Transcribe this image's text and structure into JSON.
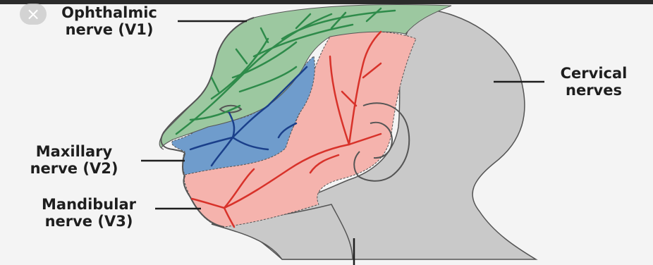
{
  "labels": {
    "v1": {
      "line1": "Ophthalmic",
      "line2": "nerve (V1)"
    },
    "v2": {
      "line1": "Maxillary",
      "line2": "nerve (V2)"
    },
    "v3": {
      "line1": "Mandibular",
      "line2": "nerve (V3)"
    },
    "cervical": {
      "line1": "Cervical",
      "line2": "nerves"
    }
  },
  "icons": {
    "close": "×"
  },
  "colors": {
    "v1_region": "#9cc8a0",
    "v1_nerve": "#2e8b4a",
    "v2_region": "#6f9ccc",
    "v2_nerve": "#1a3f8a",
    "v3_region": "#f5b3ad",
    "v3_nerve": "#d8322a",
    "cervical_region": "#c9c9c9",
    "outline": "#555555",
    "leader_line": "#1e1e1e"
  }
}
